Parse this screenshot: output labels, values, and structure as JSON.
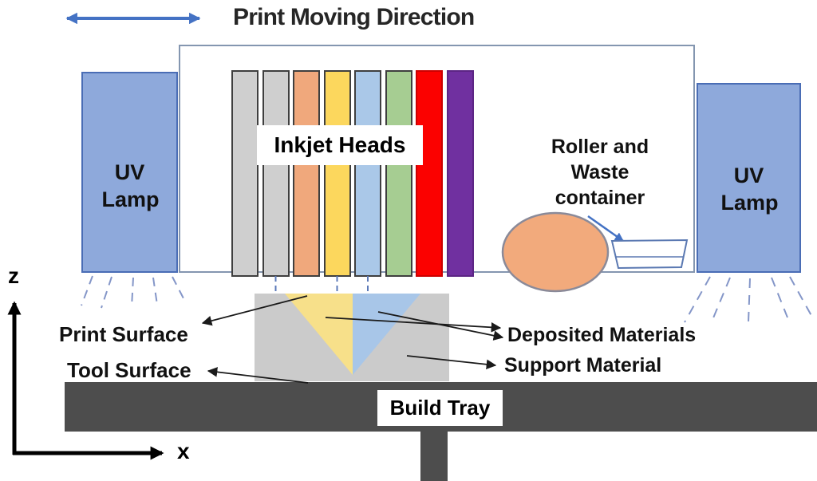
{
  "header": {
    "title": "Print Moving Direction",
    "direction_arrow_icon": "double-headed-horizontal-arrow"
  },
  "carriage": {
    "inkjet_heads_label": "Inkjet Heads",
    "roller_waste_label": "Roller and Waste container",
    "heads": [
      {
        "name": "gray-1",
        "color": "#cfcfcf",
        "border": "#3f3f3f"
      },
      {
        "name": "gray-2",
        "color": "#cfcfcf",
        "border": "#3f3f3f"
      },
      {
        "name": "orange",
        "color": "#f0a87c",
        "border": "#3f3f3f"
      },
      {
        "name": "yellow",
        "color": "#fcd75d",
        "border": "#3f3f3f"
      },
      {
        "name": "light-blue",
        "color": "#aac8e8",
        "border": "#3f3f3f"
      },
      {
        "name": "green",
        "color": "#a6cd92",
        "border": "#3f3f3f"
      },
      {
        "name": "red",
        "color": "#fb0100",
        "border": "#cc0000"
      },
      {
        "name": "purple",
        "color": "#7030a0",
        "border": "#5c2584"
      }
    ]
  },
  "uv_lamps": {
    "left_label": "UV Lamp",
    "right_label": "UV Lamp",
    "rays_icon": "dashed-uv-light-rays"
  },
  "print_area": {
    "print_surface_label": "Print Surface",
    "tool_surface_label": "Tool Surface",
    "deposited_materials_label": "Deposited Materials",
    "support_material_label": "Support Material",
    "build_tray_label": "Build Tray"
  },
  "axes": {
    "vertical_label": "z",
    "horizontal_label": "x"
  },
  "colors": {
    "direction_arrow": "#4472c4",
    "carriage_border": "#8496b0",
    "uv_lamp_fill": "#8ea9db",
    "uv_lamp_border": "#4a6db5",
    "uv_ray": "#8496c8",
    "drop_connector": "#5b79b8",
    "roller_fill": "#f2aa7c",
    "roller_border": "#8a8a99",
    "waste_container_border": "#5b79b2",
    "support_block_gray": "#cbcbcb",
    "model_material_yellow": "#f7e08a",
    "model_material_blue": "#a8c6e8",
    "build_tray_gray": "#4d4d4d",
    "annotation_arrow": "#1a1a1a"
  }
}
